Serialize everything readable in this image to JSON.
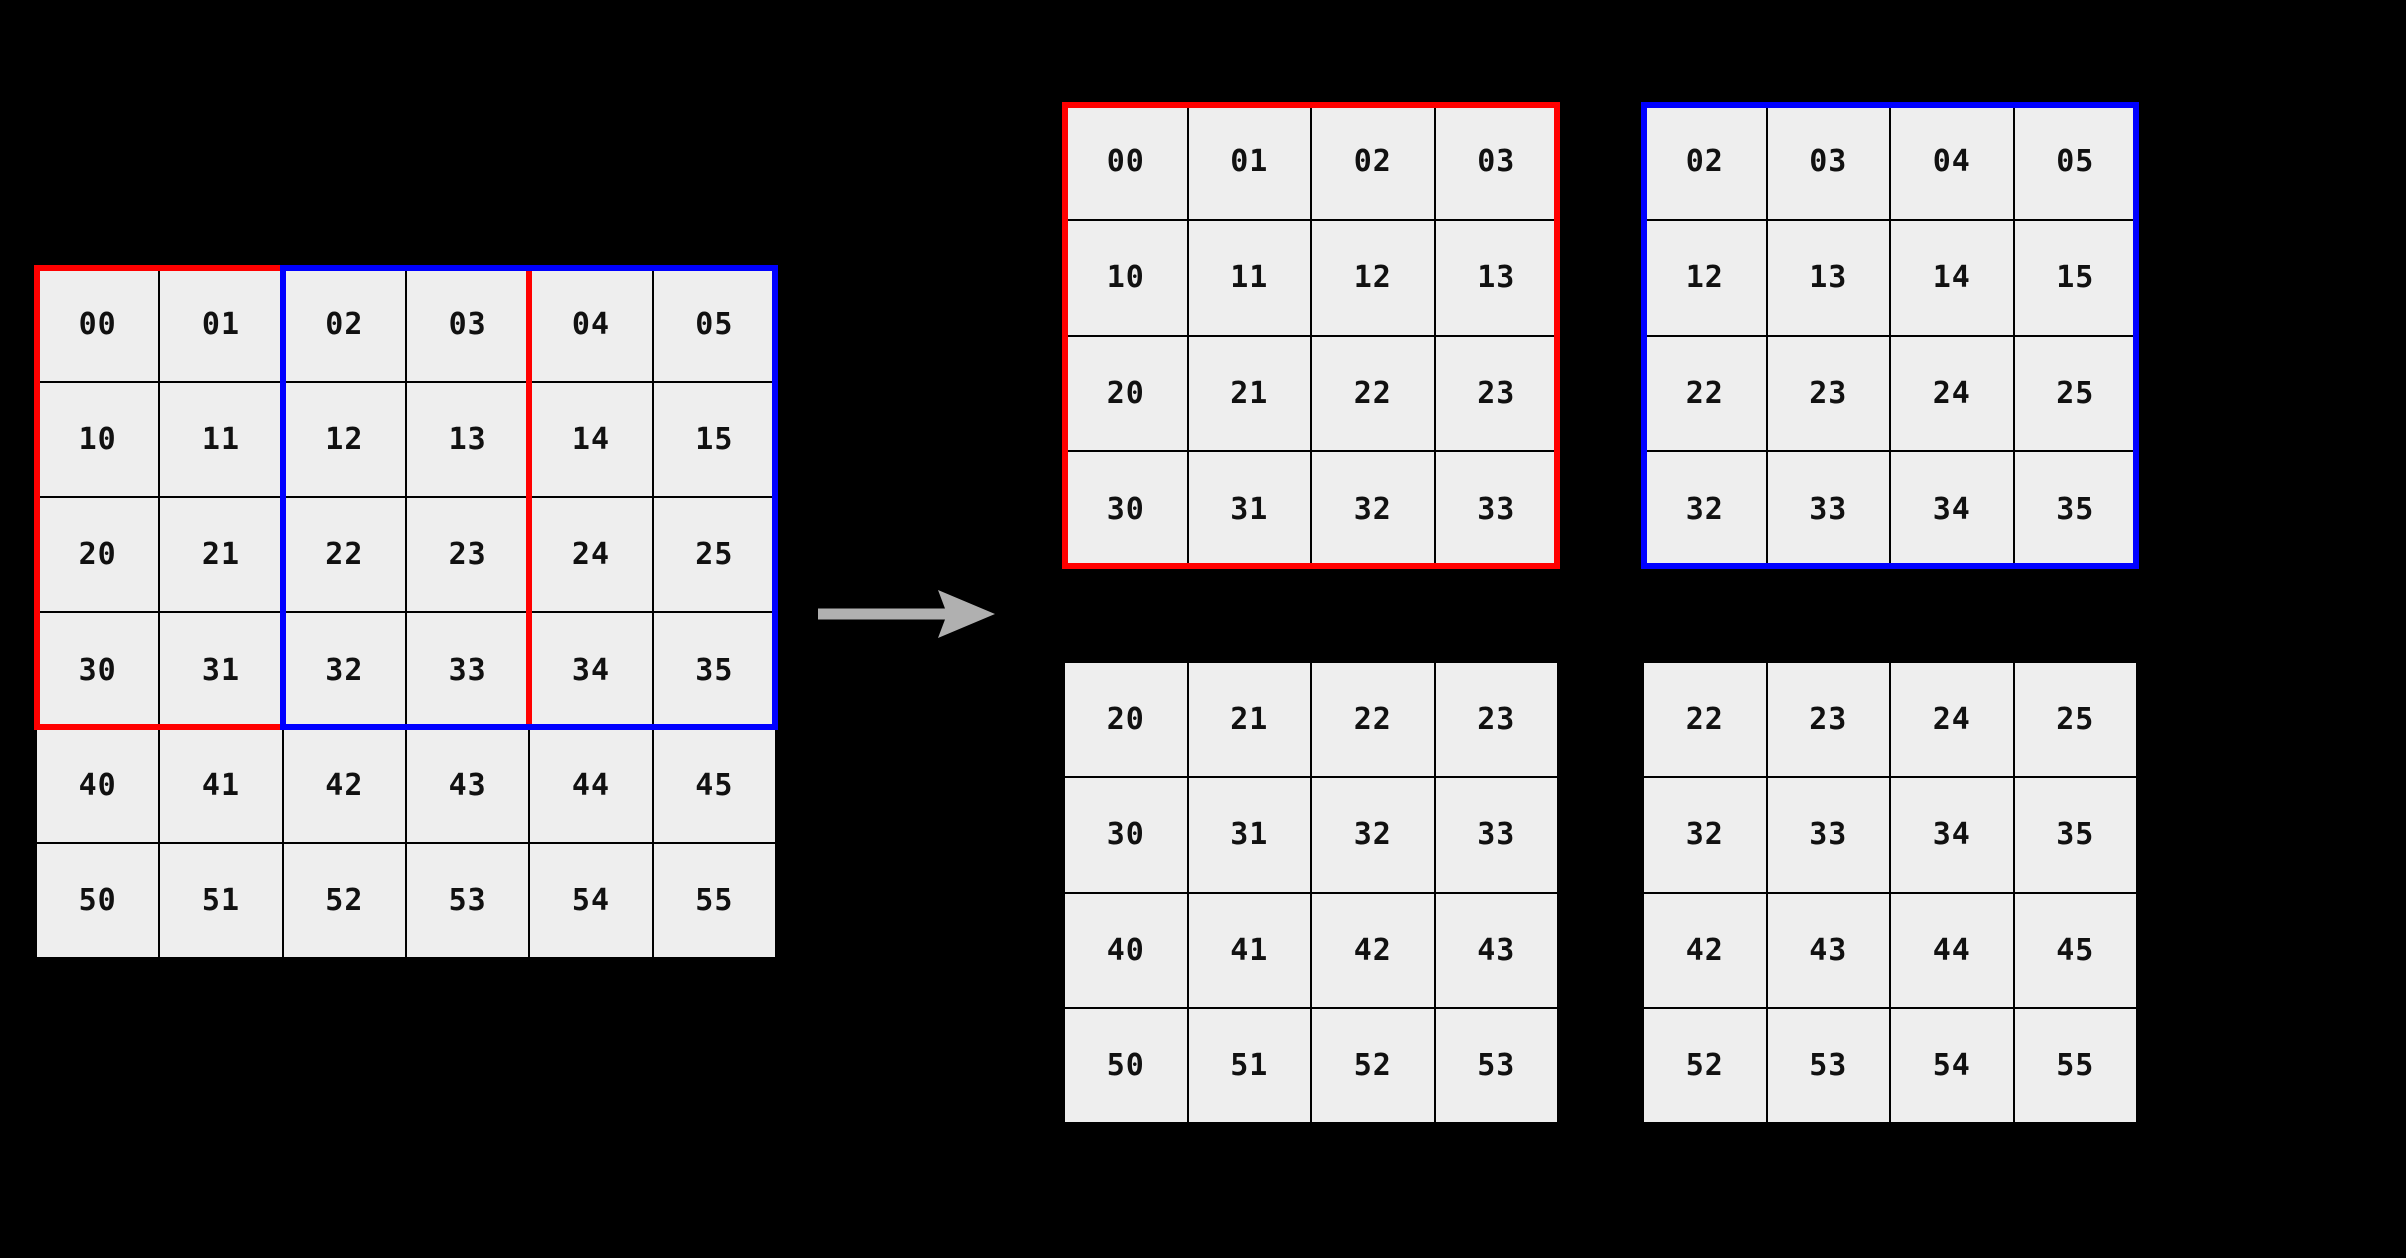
{
  "figure": {
    "background_color": "#000000",
    "cell_background_color": "#eeeeee",
    "grid_line_color": "#000000",
    "text_color": "#111111",
    "red_window_color": "#ff0000",
    "blue_window_color": "#0000ff",
    "arrow_color": "#b0b0b0"
  },
  "main_grid": {
    "rows": 6,
    "cols": 6,
    "cells": [
      [
        "00",
        "01",
        "02",
        "03",
        "04",
        "05"
      ],
      [
        "10",
        "11",
        "12",
        "13",
        "14",
        "15"
      ],
      [
        "20",
        "21",
        "22",
        "23",
        "24",
        "25"
      ],
      [
        "30",
        "31",
        "32",
        "33",
        "34",
        "35"
      ],
      [
        "40",
        "41",
        "42",
        "43",
        "44",
        "45"
      ],
      [
        "50",
        "51",
        "52",
        "53",
        "54",
        "55"
      ]
    ]
  },
  "windows": {
    "red": {
      "color": "#ff0000",
      "rows": "0-3",
      "cols": "0-3"
    },
    "blue": {
      "color": "#0000ff",
      "rows": "0-3",
      "cols": "2-5"
    }
  },
  "patches": {
    "top_left": {
      "border_color": "#ff0000",
      "cells": [
        [
          "00",
          "01",
          "02",
          "03"
        ],
        [
          "10",
          "11",
          "12",
          "13"
        ],
        [
          "20",
          "21",
          "22",
          "23"
        ],
        [
          "30",
          "31",
          "32",
          "33"
        ]
      ]
    },
    "top_right": {
      "border_color": "#0000ff",
      "cells": [
        [
          "02",
          "03",
          "04",
          "05"
        ],
        [
          "12",
          "13",
          "14",
          "15"
        ],
        [
          "22",
          "23",
          "24",
          "25"
        ],
        [
          "32",
          "33",
          "34",
          "35"
        ]
      ]
    },
    "bottom_left": {
      "border_color": "none",
      "cells": [
        [
          "20",
          "21",
          "22",
          "23"
        ],
        [
          "30",
          "31",
          "32",
          "33"
        ],
        [
          "40",
          "41",
          "42",
          "43"
        ],
        [
          "50",
          "51",
          "52",
          "53"
        ]
      ]
    },
    "bottom_right": {
      "border_color": "none",
      "cells": [
        [
          "22",
          "23",
          "24",
          "25"
        ],
        [
          "32",
          "33",
          "34",
          "35"
        ],
        [
          "42",
          "43",
          "44",
          "45"
        ],
        [
          "52",
          "53",
          "54",
          "55"
        ]
      ]
    }
  },
  "arrow": {
    "direction": "right",
    "color": "#b0b0b0"
  }
}
